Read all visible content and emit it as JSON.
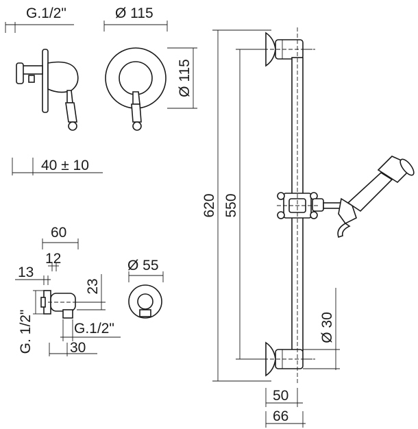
{
  "mixer": {
    "thread_label": "G.1/2\"",
    "plate_dia_label": "Ø 115",
    "plate_height_label": "Ø 115",
    "depth_label": "40 ± 10"
  },
  "elbow": {
    "width_label": "60",
    "offset_label": "12",
    "wall_label": "13",
    "height_label": "23",
    "flange_label": "Ø 55",
    "thread_side_label": "G. 1/2\"",
    "thread_bottom_label": "G.1/2\"",
    "depth_label": "30"
  },
  "rail": {
    "total_label": "620",
    "span_label": "550",
    "tube_label": "Ø 30",
    "bracket_label": "50",
    "projection_label": "66"
  }
}
